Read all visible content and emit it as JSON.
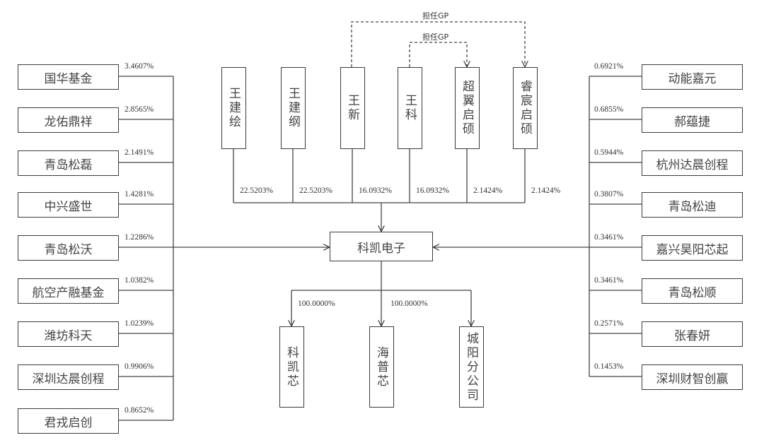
{
  "center": {
    "name": "科凯电子"
  },
  "top_shareholders": [
    {
      "name": "王建绘",
      "pct": "22.5203%"
    },
    {
      "name": "王建纲",
      "pct": "22.5203%"
    },
    {
      "name": "王新",
      "pct": "16.0932%"
    },
    {
      "name": "王科",
      "pct": "16.0932%"
    },
    {
      "name": "超翼启硕",
      "pct": "2.1424%"
    },
    {
      "name": "睿宸启硕",
      "pct": "2.1424%"
    }
  ],
  "gp_relations": [
    {
      "from": "王新",
      "to": "睿宸启硕",
      "label": "担任GP"
    },
    {
      "from": "王科",
      "to": "超翼启硕",
      "label": "担任GP"
    }
  ],
  "left_shareholders": [
    {
      "name": "国华基金",
      "pct": "3.4607%"
    },
    {
      "name": "龙佑鼎祥",
      "pct": "2.8565%"
    },
    {
      "name": "青岛松磊",
      "pct": "2.1491%"
    },
    {
      "name": "中兴盛世",
      "pct": "1.4281%"
    },
    {
      "name": "青岛松沃",
      "pct": "1.2286%"
    },
    {
      "name": "航空产融基金",
      "pct": "1.0382%"
    },
    {
      "name": "潍坊科天",
      "pct": "1.0239%"
    },
    {
      "name": "深圳达晨创程",
      "pct": "0.9906%"
    },
    {
      "name": "君戎启创",
      "pct": "0.8652%"
    }
  ],
  "right_shareholders": [
    {
      "name": "动能嘉元",
      "pct": "0.6921%"
    },
    {
      "name": "郝蕴捷",
      "pct": "0.6855%"
    },
    {
      "name": "杭州达晨创程",
      "pct": "0.5944%"
    },
    {
      "name": "青岛松迪",
      "pct": "0.3807%"
    },
    {
      "name": "嘉兴昊阳芯起",
      "pct": "0.3461%"
    },
    {
      "name": "青岛松顺",
      "pct": "0.3461%"
    },
    {
      "name": "张春妍",
      "pct": "0.2571%"
    },
    {
      "name": "深圳财智创赢",
      "pct": "0.1453%"
    }
  ],
  "subsidiaries": [
    {
      "name": "科凯芯",
      "pct": "100.0000%"
    },
    {
      "name": "海普芯",
      "pct": "100.0000%"
    },
    {
      "name": "城阳分公司",
      "pct": ""
    }
  ]
}
